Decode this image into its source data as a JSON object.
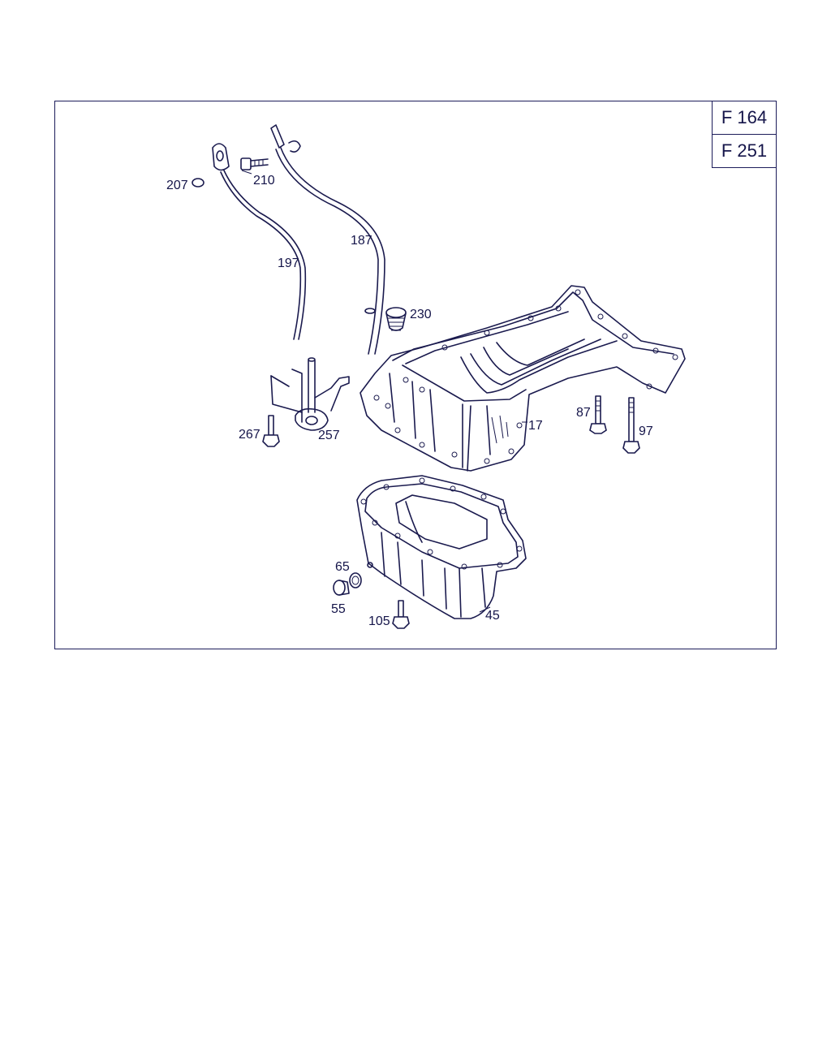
{
  "codes": [
    "F 164",
    "F 251"
  ],
  "callouts": [
    {
      "id": "207",
      "label": "207"
    },
    {
      "id": "210",
      "label": "210"
    },
    {
      "id": "187",
      "label": "187"
    },
    {
      "id": "197",
      "label": "197"
    },
    {
      "id": "230",
      "label": "230"
    },
    {
      "id": "267",
      "label": "267"
    },
    {
      "id": "257",
      "label": "257"
    },
    {
      "id": "17",
      "label": "17"
    },
    {
      "id": "87",
      "label": "87"
    },
    {
      "id": "97",
      "label": "97"
    },
    {
      "id": "65",
      "label": "65"
    },
    {
      "id": "55",
      "label": "55"
    },
    {
      "id": "105",
      "label": "105"
    },
    {
      "id": "45",
      "label": "45"
    }
  ],
  "colors": {
    "line": "#1a1a4e",
    "text": "#15154a"
  }
}
